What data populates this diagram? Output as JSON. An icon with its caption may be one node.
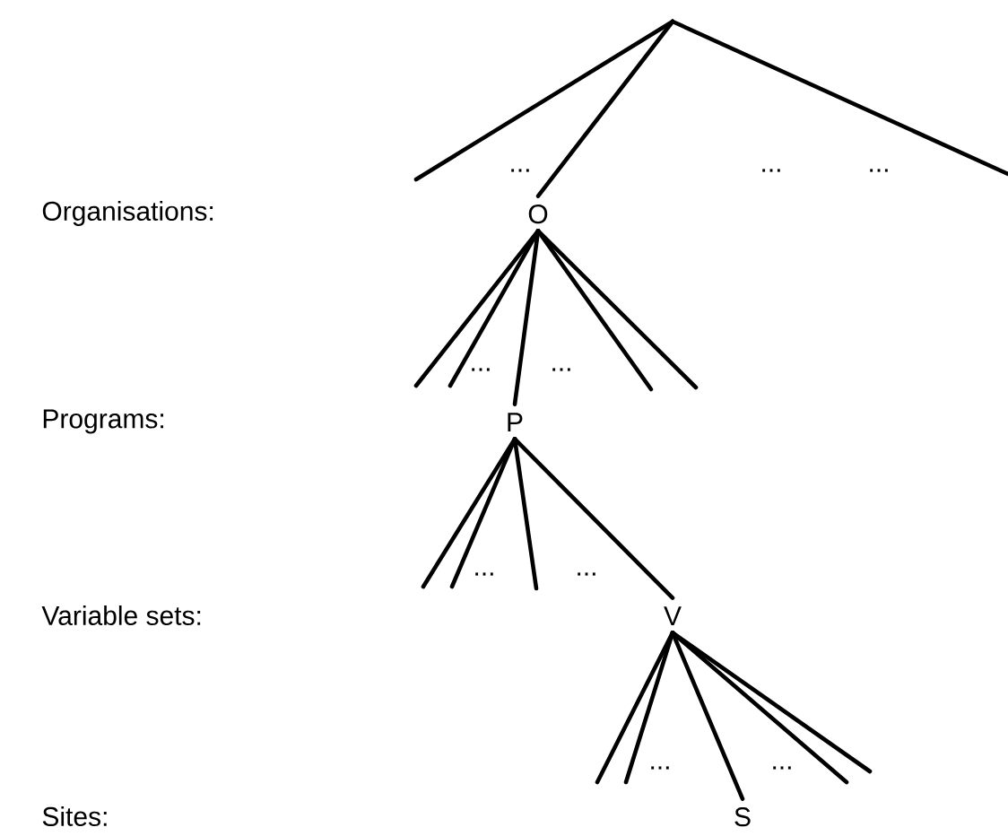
{
  "diagram": {
    "nodes": [
      {
        "text": [],
        "shape": "point"
      },
      {
        "text": [
          "O"
        ]
      },
      {
        "text": [
          "P"
        ]
      },
      {
        "text": [
          "V"
        ]
      },
      {
        "text": [
          "S"
        ]
      }
    ],
    "edges": [
      {
        "from": 0,
        "to": 1,
        "arrow": "none"
      },
      {
        "from": 0,
        "to": null,
        "arrow": "none"
      },
      {
        "from": 0,
        "to": null,
        "arrow": "none"
      },
      {
        "from": 1,
        "to": null,
        "arrow": "none"
      },
      {
        "from": 1,
        "to": null,
        "arrow": "none"
      },
      {
        "from": 1,
        "to": 2,
        "arrow": "none"
      },
      {
        "from": 1,
        "to": null,
        "arrow": "none"
      },
      {
        "from": 1,
        "to": null,
        "arrow": "none"
      },
      {
        "from": 2,
        "to": null,
        "arrow": "none"
      },
      {
        "from": 2,
        "to": null,
        "arrow": "none"
      },
      {
        "from": 2,
        "to": null,
        "arrow": "none"
      },
      {
        "from": 2,
        "to": 3,
        "arrow": "none"
      },
      {
        "from": 3,
        "to": null,
        "arrow": "none"
      },
      {
        "from": 3,
        "to": null,
        "arrow": "none"
      },
      {
        "from": 3,
        "to": 4,
        "arrow": "none"
      },
      {
        "from": 3,
        "to": null,
        "arrow": "none"
      },
      {
        "from": 3,
        "to": null,
        "arrow": "none"
      }
    ],
    "labels": [
      "...",
      "...",
      "...",
      "Organisations:",
      "...",
      "...",
      "Programs:",
      "...",
      "...",
      "Variable sets:",
      "...",
      "...",
      "Sites:"
    ]
  }
}
